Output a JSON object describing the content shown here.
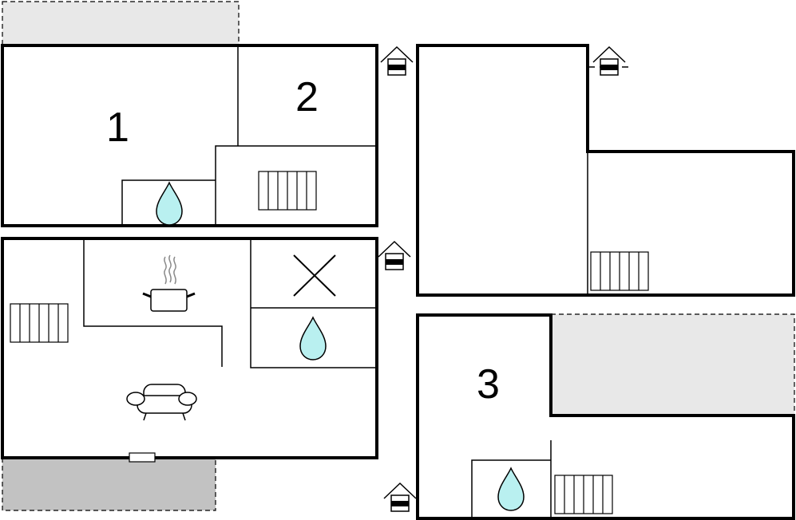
{
  "rooms": [
    {
      "number": "1"
    },
    {
      "number": "2"
    },
    {
      "number": "3"
    }
  ],
  "icons": {
    "water": "water-drop-icon",
    "heating": "radiator-icon",
    "kitchen": "cooking-pot-icon",
    "living": "sofa-icon",
    "entrance": "entrance-house-icon",
    "x_mark": "x-mark-icon"
  },
  "colors": {
    "water_fill": "#b9f0f0",
    "outdoor_light": "#e8e8e8",
    "outdoor_dark": "#c2c2c2"
  }
}
